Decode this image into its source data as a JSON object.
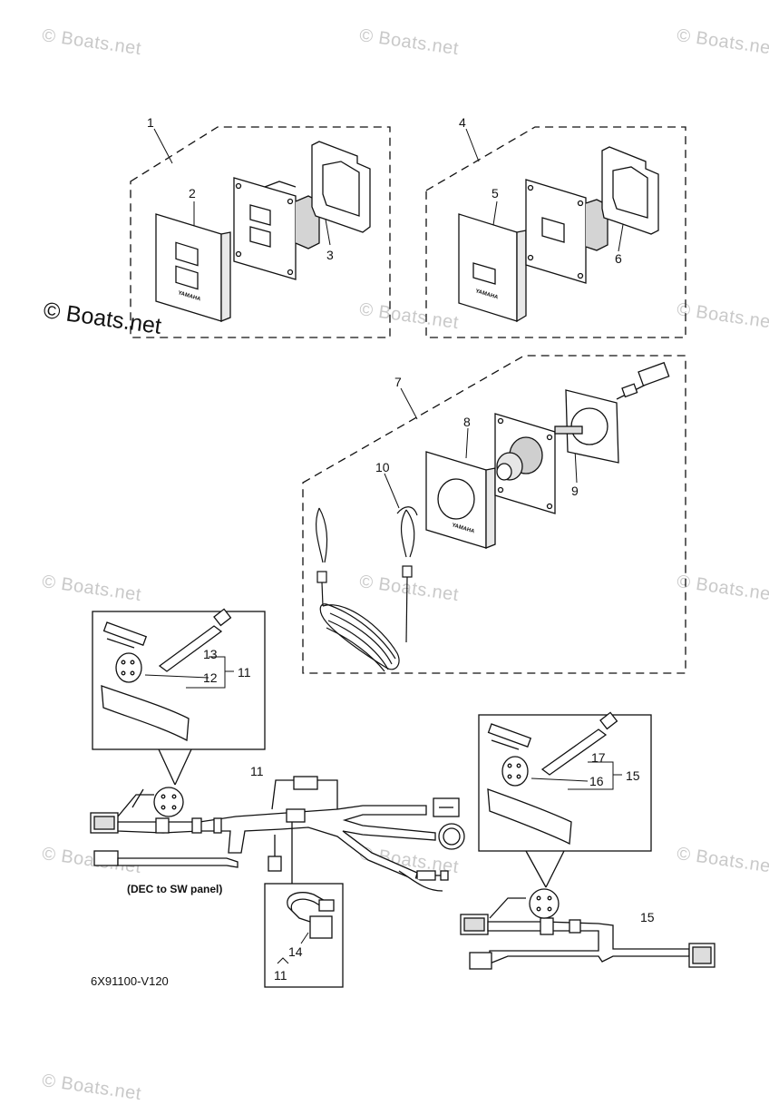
{
  "watermarks": [
    "© Boats.net",
    "© Boats.net",
    "© Boats.net",
    "© Boats.net",
    "© Boats.net",
    "© Boats.net",
    "© Boats.net",
    "© Boats.net",
    "© Boats.net",
    "© Boats.net",
    "© Boats.net",
    "© Boats.net"
  ],
  "watermark_main": "© Boats.net",
  "callouts": {
    "c1": "1",
    "c2": "2",
    "c3": "3",
    "c4": "4",
    "c5": "5",
    "c6": "6",
    "c7": "7",
    "c8": "8",
    "c9": "9",
    "c10": "10",
    "c11_inset": "11",
    "c12": "12",
    "c13": "13",
    "c11_harness": "11",
    "c14": "14",
    "c11_sub": "11",
    "c15_inset": "15",
    "c16": "16",
    "c17": "17",
    "c15_harness": "15"
  },
  "brand_mark": "YAMAHA",
  "note": "(DEC to SW panel)",
  "diagram_code": "6X91100-V120"
}
